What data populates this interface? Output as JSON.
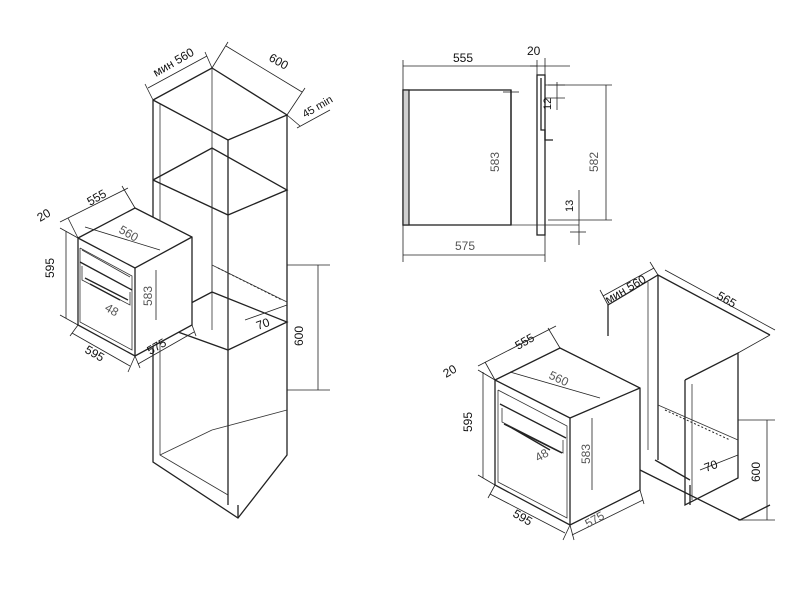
{
  "left_view": {
    "cabinet_min_width": "мин 560",
    "cabinet_depth": "600",
    "cabinet_gap": "45 min",
    "oven_front_depth": "20",
    "oven_width_top": "555",
    "oven_height": "595",
    "oven_inner_width": "560",
    "oven_inner_height": "583",
    "oven_inner_depth": "48",
    "oven_width_bottom": "595",
    "oven_depth_bottom": "575",
    "niche_rail": "70",
    "niche_height": "600"
  },
  "side_view": {
    "top_depth": "555",
    "front_panel": "20",
    "panel_offset": "12",
    "body_height": "583",
    "front_height": "582",
    "bottom_offset": "13",
    "bottom_depth": "575"
  },
  "right_view": {
    "cabinet_min_width": "мин 560",
    "cabinet_depth": "565",
    "oven_width_top": "555",
    "oven_front_depth": "20",
    "oven_height": "595",
    "oven_inner_width": "560",
    "oven_inner_height": "583",
    "oven_inner_depth": "48",
    "oven_width_bottom": "595",
    "oven_depth_bottom": "575",
    "niche_rail": "70",
    "niche_height": "600"
  }
}
